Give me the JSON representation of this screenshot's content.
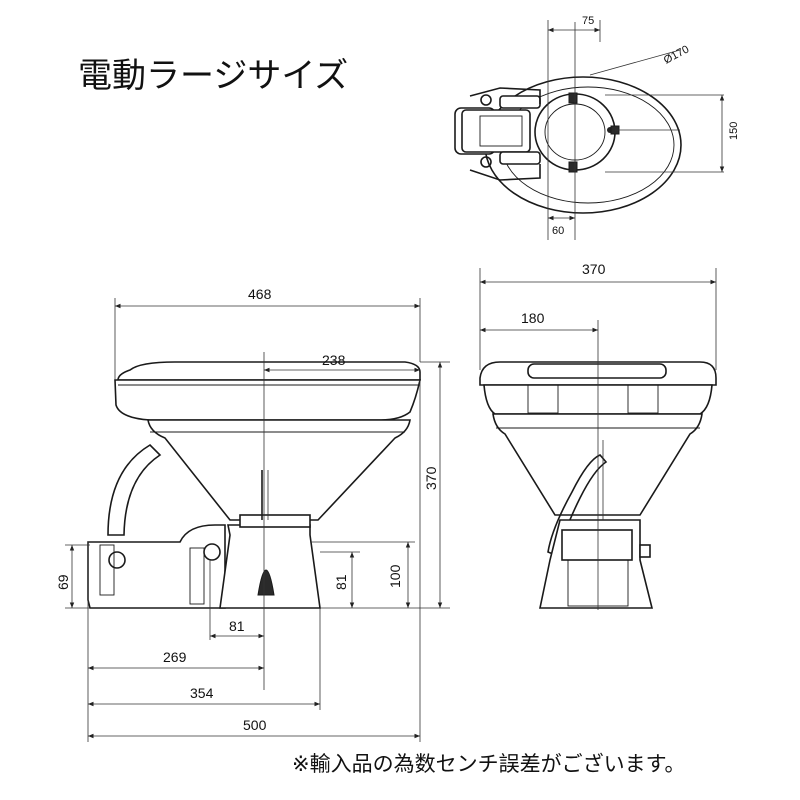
{
  "title": "電動ラージサイズ",
  "note": "※輸入品の為数センチ誤差がございます。",
  "top_view": {
    "dim_75": "75",
    "dim_170": "Ø170",
    "dim_150": "150",
    "dim_60": "60"
  },
  "side_view": {
    "dim_468": "468",
    "dim_238": "238",
    "dim_370": "370",
    "dim_100": "100",
    "dim_81_vertical": "81",
    "dim_69": "69",
    "dim_81": "81",
    "dim_269": "269",
    "dim_354": "354",
    "dim_500": "500"
  },
  "front_view": {
    "dim_370": "370",
    "dim_180": "180"
  }
}
